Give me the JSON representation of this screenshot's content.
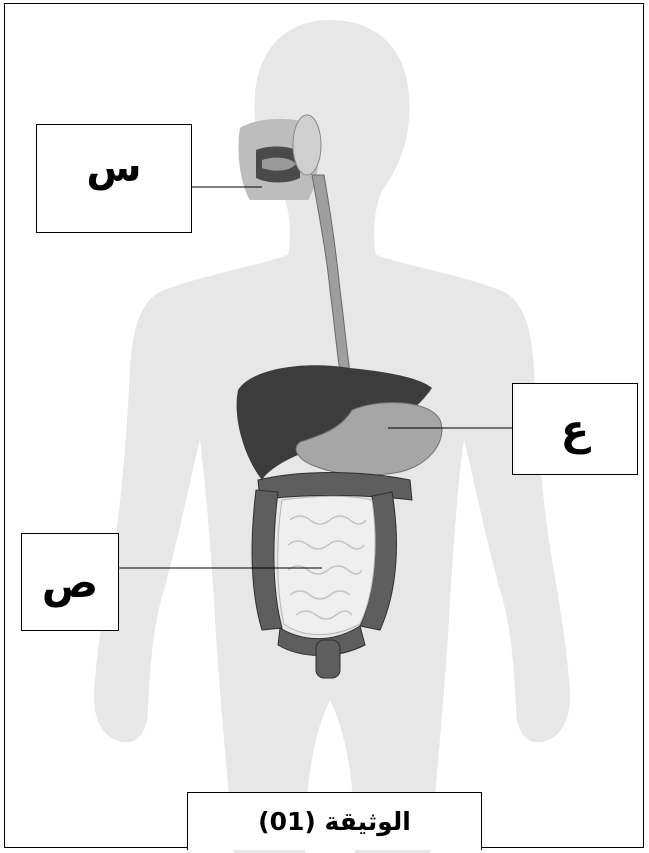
{
  "labels": {
    "mouth_label": "س",
    "stomach_label": "ع",
    "intestine_label": "ص"
  },
  "caption": "الوثيقة (01)",
  "colors": {
    "body_silhouette": "#e6e6e6",
    "liver": "#3a3a3a",
    "stomach": "#a8a8a8",
    "large_intestine": "#5e5e5e",
    "small_intestine": "#eeeeee"
  }
}
